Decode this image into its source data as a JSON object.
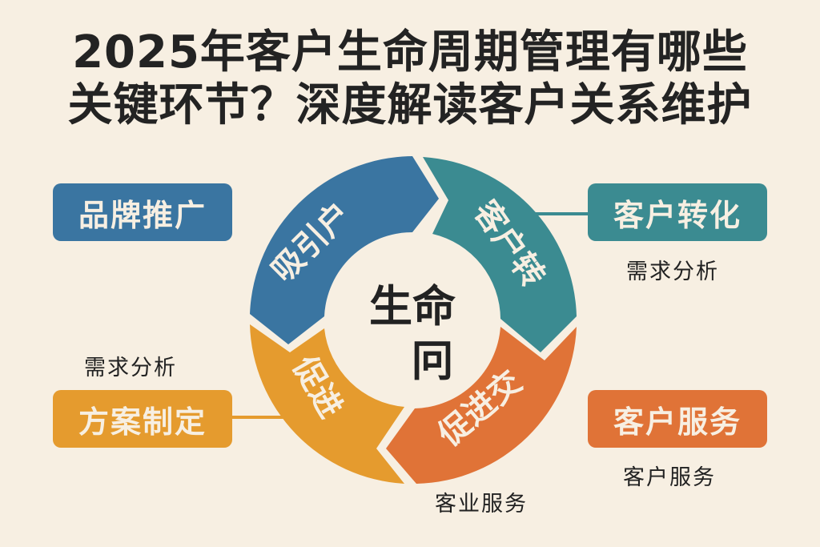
{
  "title": {
    "line1": "2025年客户生命周期管理有哪些",
    "line2": "关键环节？深度解读客户关系维护"
  },
  "colors": {
    "background": "#f7efe2",
    "blue": "#3a75a1",
    "teal": "#3b8b91",
    "orange": "#e07337",
    "amber": "#e59b2e",
    "text": "#232323"
  },
  "cycle": {
    "center_line1": "生命",
    "center_line2": "冋",
    "segments": [
      {
        "label": "吸引户",
        "color": "#3a75a1"
      },
      {
        "label": "客户转",
        "color": "#3b8b91"
      },
      {
        "label": "促进交",
        "color": "#e07337"
      },
      {
        "label": "促进",
        "color": "#e59b2e"
      }
    ]
  },
  "boxes": [
    {
      "label": "品牌推广",
      "color": "#3a75a1"
    },
    {
      "label": "客户转化",
      "color": "#3b8b91"
    },
    {
      "label": "方案制定",
      "color": "#e59b2e"
    },
    {
      "label": "客户服务",
      "color": "#e07337"
    }
  ],
  "notes": {
    "left": "需求分析",
    "right_top": "需求分析",
    "right_bottom": "客户服务",
    "bottom": "客业服务"
  }
}
